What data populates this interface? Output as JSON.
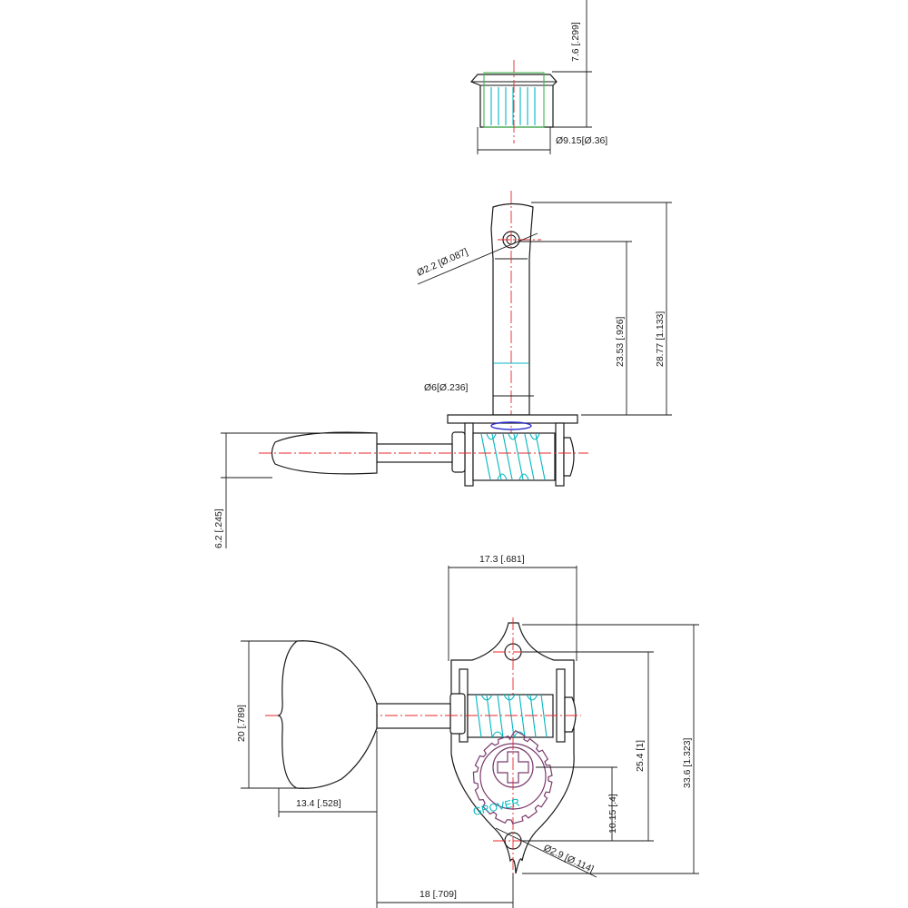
{
  "colors": {
    "outline": "#1a1a1a",
    "centerline": "#e8262a",
    "gear_detail": "#00b7c2",
    "cap_detail": "#3fb84c",
    "washer": "#2a2ad0",
    "screw": "#7a3b6d"
  },
  "dimensions": {
    "cap_height": "7.6 [.299]",
    "cap_diameter": "Ø9.15[Ø.36]",
    "post_hole": "Ø2.2 [Ø.087]",
    "post_height_to_hole": "23.53 [.926]",
    "post_total_height": "28.77 [1.133]",
    "post_diameter": "Ø6[Ø.236]",
    "button_thickness": "6.2 [.245]",
    "plate_width": "17.3 [.681]",
    "button_height": "20 [.789]",
    "hole_spacing": "25.4 [1]",
    "shaft_offset": "10.15 [.4]",
    "plate_height": "33.6 [1.323]",
    "mount_hole": "Ø2.9 [Ø.114]",
    "button_width": "13.4 [.528]",
    "button_to_post": "18 [.709]"
  },
  "gear_label": "GROVER"
}
